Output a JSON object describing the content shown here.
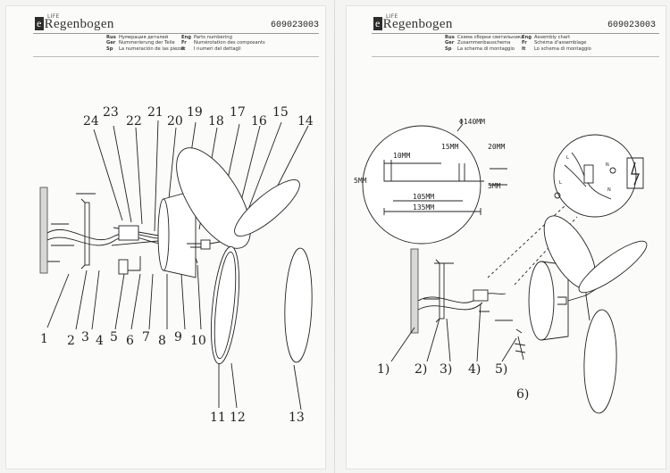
{
  "brand": {
    "mark": "e",
    "name": "Regenbogen",
    "sup": "LIFE"
  },
  "code": "609023003",
  "left_header": [
    {
      "lang": "Rus",
      "text": "Нумерация деталей"
    },
    {
      "lang": "Ger",
      "text": "Nummerierung der Teile"
    },
    {
      "lang": "Sp",
      "text": "La numeración de las piezas"
    }
  ],
  "left_header2": [
    {
      "lang": "Eng",
      "text": "Parts numbering"
    },
    {
      "lang": "Fr",
      "text": "Numérotation des composants"
    },
    {
      "lang": "It",
      "text": "I numeri del dettagli"
    }
  ],
  "right_header": [
    {
      "lang": "Rus",
      "text": "Схема сборки светильника"
    },
    {
      "lang": "Ger",
      "text": "Zusammenbauschema"
    },
    {
      "lang": "Sp",
      "text": "La schema di montaggio"
    }
  ],
  "right_header2": [
    {
      "lang": "Eng",
      "text": "Assembly chart"
    },
    {
      "lang": "Fr",
      "text": "Schéma d'assemblage"
    },
    {
      "lang": "It",
      "text": "Lo schema di montaggio"
    }
  ],
  "parts_top": [
    "24",
    "23",
    "22",
    "21",
    "20",
    "19",
    "18",
    "17",
    "16",
    "15",
    "14"
  ],
  "parts_bottom": [
    "1",
    "2",
    "3",
    "4",
    "5",
    "6",
    "7",
    "8",
    "9",
    "10"
  ],
  "parts_disc": [
    "11",
    "12",
    "13"
  ],
  "dimensions": {
    "diameter": "Φ140MM",
    "d10": "10MM",
    "d15": "15MM",
    "d20": "20MM",
    "d5a": "5MM",
    "d5b": "5MM",
    "d105": "105MM",
    "d135": "135MM"
  },
  "wiring": {
    "l": "L",
    "n": "N"
  },
  "assembly_steps": [
    "1)",
    "2)",
    "3)",
    "4)",
    "5)",
    "6)"
  ]
}
